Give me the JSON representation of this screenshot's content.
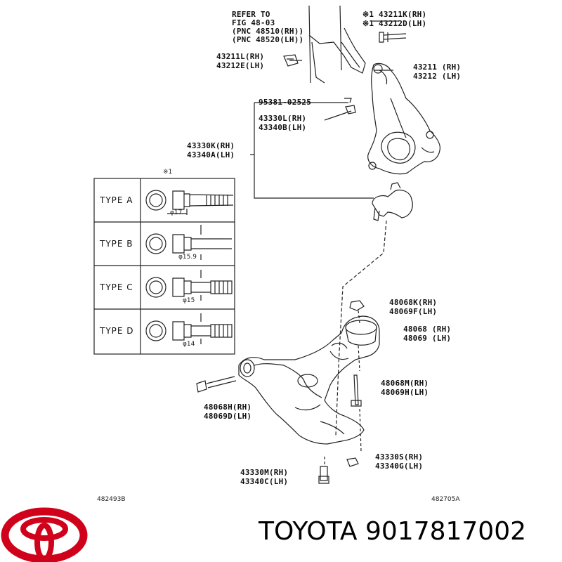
{
  "refer": {
    "line1": "REFER TO",
    "line2": "FIG 48-03",
    "line3": "(PNC 48510(RH))",
    "line4": "(PNC 48520(LH))"
  },
  "parts": {
    "p43211K": {
      "rh": "※1 43211K(RH)",
      "lh": "※1 43212D(LH)"
    },
    "p43211L": {
      "rh": "43211L(RH)",
      "lh": "43212E(LH)"
    },
    "p43211": {
      "rh": "43211 (RH)",
      "lh": "43212 (LH)"
    },
    "p95381": {
      "rh": "95381-02525"
    },
    "p43330L": {
      "rh": "43330L(RH)",
      "lh": "43340B(LH)"
    },
    "p43330K": {
      "rh": "43330K(RH)",
      "lh": "43340A(LH)"
    },
    "p48068K": {
      "rh": "48068K(RH)",
      "lh": "48069F(LH)"
    },
    "p48068": {
      "rh": "48068 (RH)",
      "lh": "48069 (LH)"
    },
    "p48068M": {
      "rh": "48068M(RH)",
      "lh": "48069H(LH)"
    },
    "p48068H": {
      "rh": "48068H(RH)",
      "lh": "48069D(LH)"
    },
    "p43330S": {
      "rh": "43330S(RH)",
      "lh": "43340G(LH)"
    },
    "p43330M": {
      "rh": "43330M(RH)",
      "lh": "43340C(LH)"
    }
  },
  "table": {
    "note": "※1",
    "rows": [
      {
        "type": "TYPE  A",
        "dia": "φ17"
      },
      {
        "type": "TYPE  B",
        "dia": "φ15.9"
      },
      {
        "type": "TYPE  C",
        "dia": "φ15"
      },
      {
        "type": "TYPE  D",
        "dia": "φ14"
      }
    ]
  },
  "refs": {
    "left": "482493B",
    "right": "482705A"
  },
  "brand": {
    "text": "TOYOTA 9017817002",
    "logo_color": "#d0021b"
  }
}
